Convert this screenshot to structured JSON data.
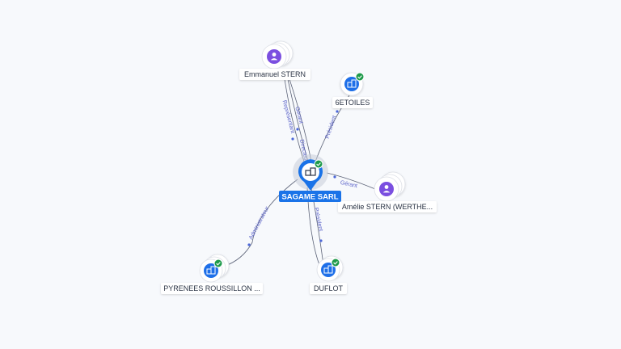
{
  "graph": {
    "center": {
      "name": "SAGAME SARL",
      "kind": "company",
      "verified": true
    },
    "nodes": [
      {
        "id": "emmanuel",
        "name": "Emmanuel STERN",
        "kind": "person",
        "verified": false
      },
      {
        "id": "6etoiles",
        "name": "6ETOILES",
        "kind": "company",
        "verified": true
      },
      {
        "id": "amelie",
        "name": "Amélie STERN (WERTHE...",
        "kind": "person",
        "verified": false
      },
      {
        "id": "duflot",
        "name": "DUFLOT",
        "kind": "company",
        "verified": true
      },
      {
        "id": "pyrenees",
        "name": "PYRENEES ROUSSILLON ...",
        "kind": "company",
        "verified": true
      }
    ],
    "edges": [
      {
        "from": "emmanuel",
        "to": "center",
        "label": "Gérant"
      },
      {
        "from": "emmanuel",
        "to": "center",
        "label": "Représentant"
      },
      {
        "from": "emmanuel",
        "to": "center",
        "label": "Directeur"
      },
      {
        "from": "center",
        "to": "6etoiles",
        "label": "Président"
      },
      {
        "from": "amelie",
        "to": "center",
        "label": "Gérant"
      },
      {
        "from": "center",
        "to": "duflot",
        "label": "Président"
      },
      {
        "from": "center",
        "to": "pyrenees",
        "label": "Administrateur"
      }
    ]
  },
  "colors": {
    "company": "#1e6fe8",
    "person": "#7b4fe0",
    "verified": "#1e9a4a",
    "edge": "#5c6378",
    "edge_label": "#5b63c9",
    "center_badge": "#1a73e8"
  },
  "icons": {
    "company": "building-icon",
    "person": "person-icon",
    "verified": "check-badge-icon"
  }
}
